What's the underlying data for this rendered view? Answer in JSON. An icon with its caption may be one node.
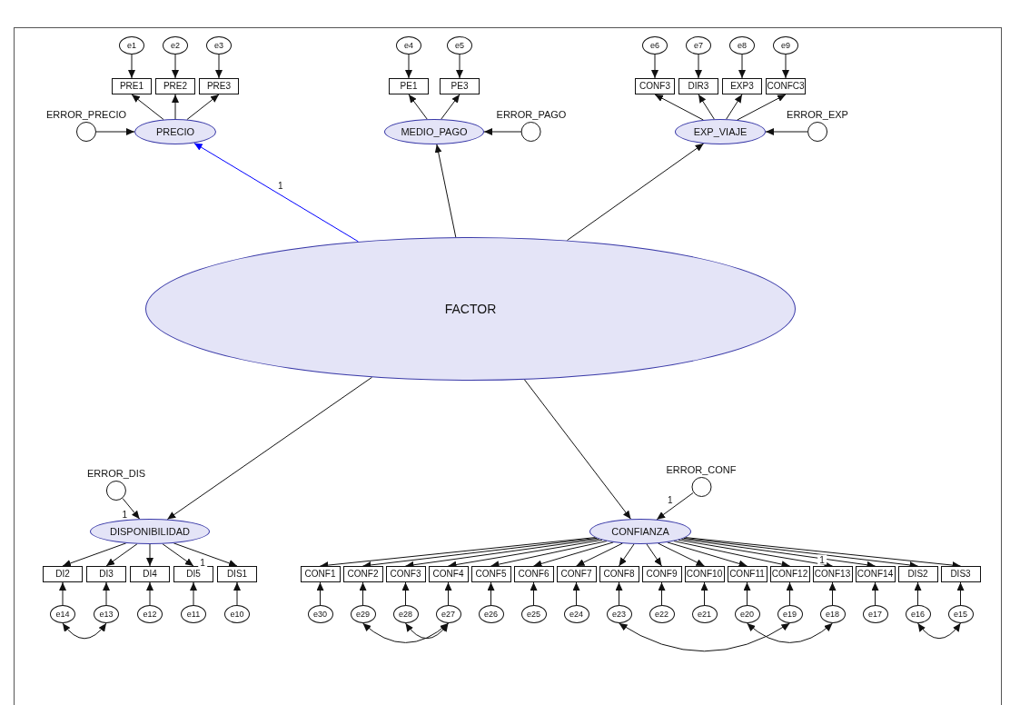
{
  "diagram": {
    "nodes": [
      {
        "text": [
          "FACTOR"
        ]
      },
      {
        "text": [
          "PRECIO"
        ]
      },
      {
        "text": [
          "ERROR_PRECIO"
        ]
      },
      {
        "text": [
          "PRE1"
        ]
      },
      {
        "text": [
          "PRE2"
        ]
      },
      {
        "text": [
          "PRE3"
        ]
      },
      {
        "text": [
          "e1"
        ]
      },
      {
        "text": [
          "e2"
        ]
      },
      {
        "text": [
          "e3"
        ]
      },
      {
        "text": [
          "MEDIO_PAGO"
        ]
      },
      {
        "text": [
          "ERROR_PAGO"
        ]
      },
      {
        "text": [
          "PE1"
        ]
      },
      {
        "text": [
          "PE3"
        ]
      },
      {
        "text": [
          "e4"
        ]
      },
      {
        "text": [
          "e5"
        ]
      },
      {
        "text": [
          "EXP_VIAJE"
        ]
      },
      {
        "text": [
          "ERROR_EXP"
        ]
      },
      {
        "text": [
          "CONF3"
        ]
      },
      {
        "text": [
          "DIR3"
        ]
      },
      {
        "text": [
          "EXP3"
        ]
      },
      {
        "text": [
          "CONFC3"
        ]
      },
      {
        "text": [
          "e6"
        ]
      },
      {
        "text": [
          "e7"
        ]
      },
      {
        "text": [
          "e8"
        ]
      },
      {
        "text": [
          "e9"
        ]
      },
      {
        "text": [
          "DISPONIBILIDAD"
        ]
      },
      {
        "text": [
          "ERROR_DIS"
        ]
      },
      {
        "text": [
          "DI2"
        ]
      },
      {
        "text": [
          "DI3"
        ]
      },
      {
        "text": [
          "DI4"
        ]
      },
      {
        "text": [
          "DI5"
        ]
      },
      {
        "text": [
          "DIS1"
        ]
      },
      {
        "text": [
          "e14"
        ]
      },
      {
        "text": [
          "e13"
        ]
      },
      {
        "text": [
          "e12"
        ]
      },
      {
        "text": [
          "e11"
        ]
      },
      {
        "text": [
          "e10"
        ]
      },
      {
        "text": [
          "CONFIANZA"
        ]
      },
      {
        "text": [
          "ERROR_CONF"
        ]
      },
      {
        "text": [
          "CONF1"
        ]
      },
      {
        "text": [
          "CONF2"
        ]
      },
      {
        "text": [
          "CONF3"
        ]
      },
      {
        "text": [
          "CONF4"
        ]
      },
      {
        "text": [
          "CONF5"
        ]
      },
      {
        "text": [
          "CONF6"
        ]
      },
      {
        "text": [
          "CONF7"
        ]
      },
      {
        "text": [
          "CONF8"
        ]
      },
      {
        "text": [
          "CONF9"
        ]
      },
      {
        "text": [
          "CONF10"
        ]
      },
      {
        "text": [
          "CONF11"
        ]
      },
      {
        "text": [
          "CONF12"
        ]
      },
      {
        "text": [
          "CONF13"
        ]
      },
      {
        "text": [
          "CONF14"
        ]
      },
      {
        "text": [
          "DIS2"
        ]
      },
      {
        "text": [
          "DIS3"
        ]
      },
      {
        "text": [
          "e30"
        ]
      },
      {
        "text": [
          "e29"
        ]
      },
      {
        "text": [
          "e28"
        ]
      },
      {
        "text": [
          "e27"
        ]
      },
      {
        "text": [
          "e26"
        ]
      },
      {
        "text": [
          "e25"
        ]
      },
      {
        "text": [
          "e24"
        ]
      },
      {
        "text": [
          "e23"
        ]
      },
      {
        "text": [
          "e22"
        ]
      },
      {
        "text": [
          "e21"
        ]
      },
      {
        "text": [
          "e20"
        ]
      },
      {
        "text": [
          "e19"
        ]
      },
      {
        "text": [
          "e18"
        ]
      },
      {
        "text": [
          "e17"
        ]
      },
      {
        "text": [
          "e16"
        ]
      },
      {
        "text": [
          "e15"
        ]
      }
    ],
    "edges": [
      {
        "from": 0,
        "to": 1,
        "arrow": "to",
        "label": "1",
        "color": "#0000ff"
      },
      {
        "from": 0,
        "to": 9,
        "arrow": "to"
      },
      {
        "from": 0,
        "to": 15,
        "arrow": "to"
      },
      {
        "from": 0,
        "to": 25,
        "arrow": "to"
      },
      {
        "from": 0,
        "to": 37,
        "arrow": "to"
      },
      {
        "from": 2,
        "to": 1,
        "arrow": "to"
      },
      {
        "from": 10,
        "to": 9,
        "arrow": "to"
      },
      {
        "from": 16,
        "to": 15,
        "arrow": "to"
      },
      {
        "from": 26,
        "to": 25,
        "arrow": "to",
        "label": "1"
      },
      {
        "from": 38,
        "to": 37,
        "arrow": "to",
        "label": "1"
      },
      {
        "from": 1,
        "to": 3,
        "arrow": "to"
      },
      {
        "from": 1,
        "to": 4,
        "arrow": "to"
      },
      {
        "from": 1,
        "to": 5,
        "arrow": "to"
      },
      {
        "from": 6,
        "to": 3,
        "arrow": "to"
      },
      {
        "from": 7,
        "to": 4,
        "arrow": "to"
      },
      {
        "from": 8,
        "to": 5,
        "arrow": "to"
      },
      {
        "from": 9,
        "to": 11,
        "arrow": "to"
      },
      {
        "from": 9,
        "to": 12,
        "arrow": "to"
      },
      {
        "from": 13,
        "to": 11,
        "arrow": "to"
      },
      {
        "from": 14,
        "to": 12,
        "arrow": "to"
      },
      {
        "from": 15,
        "to": 17,
        "arrow": "to"
      },
      {
        "from": 15,
        "to": 18,
        "arrow": "to"
      },
      {
        "from": 15,
        "to": 19,
        "arrow": "to"
      },
      {
        "from": 15,
        "to": 20,
        "arrow": "to"
      },
      {
        "from": 21,
        "to": 17,
        "arrow": "to"
      },
      {
        "from": 22,
        "to": 18,
        "arrow": "to"
      },
      {
        "from": 23,
        "to": 19,
        "arrow": "to"
      },
      {
        "from": 24,
        "to": 20,
        "arrow": "to"
      },
      {
        "from": 25,
        "to": 27,
        "arrow": "to"
      },
      {
        "from": 25,
        "to": 28,
        "arrow": "to"
      },
      {
        "from": 25,
        "to": 29,
        "arrow": "to"
      },
      {
        "from": 25,
        "to": 30,
        "arrow": "to"
      },
      {
        "from": 25,
        "to": 31,
        "arrow": "to",
        "label": "1"
      },
      {
        "from": 32,
        "to": 27,
        "arrow": "to"
      },
      {
        "from": 33,
        "to": 28,
        "arrow": "to"
      },
      {
        "from": 34,
        "to": 29,
        "arrow": "to"
      },
      {
        "from": 35,
        "to": 30,
        "arrow": "to"
      },
      {
        "from": 36,
        "to": 31,
        "arrow": "to"
      },
      {
        "from": 37,
        "to": 39,
        "arrow": "to"
      },
      {
        "from": 37,
        "to": 40,
        "arrow": "to"
      },
      {
        "from": 37,
        "to": 41,
        "arrow": "to"
      },
      {
        "from": 37,
        "to": 42,
        "arrow": "to"
      },
      {
        "from": 37,
        "to": 43,
        "arrow": "to"
      },
      {
        "from": 37,
        "to": 44,
        "arrow": "to"
      },
      {
        "from": 37,
        "to": 45,
        "arrow": "to"
      },
      {
        "from": 37,
        "to": 46,
        "arrow": "to"
      },
      {
        "from": 37,
        "to": 47,
        "arrow": "to"
      },
      {
        "from": 37,
        "to": 48,
        "arrow": "to"
      },
      {
        "from": 37,
        "to": 49,
        "arrow": "to"
      },
      {
        "from": 37,
        "to": 50,
        "arrow": "to"
      },
      {
        "from": 37,
        "to": 51,
        "arrow": "to"
      },
      {
        "from": 37,
        "to": 52,
        "arrow": "to"
      },
      {
        "from": 37,
        "to": 53,
        "arrow": "to"
      },
      {
        "from": 37,
        "to": 54,
        "arrow": "to",
        "label": "1"
      },
      {
        "from": 55,
        "to": 39,
        "arrow": "to"
      },
      {
        "from": 56,
        "to": 40,
        "arrow": "to"
      },
      {
        "from": 57,
        "to": 41,
        "arrow": "to"
      },
      {
        "from": 58,
        "to": 42,
        "arrow": "to"
      },
      {
        "from": 59,
        "to": 43,
        "arrow": "to"
      },
      {
        "from": 60,
        "to": 44,
        "arrow": "to"
      },
      {
        "from": 61,
        "to": 45,
        "arrow": "to"
      },
      {
        "from": 62,
        "to": 46,
        "arrow": "to"
      },
      {
        "from": 63,
        "to": 47,
        "arrow": "to"
      },
      {
        "from": 64,
        "to": 48,
        "arrow": "to"
      },
      {
        "from": 65,
        "to": 49,
        "arrow": "to"
      },
      {
        "from": 66,
        "to": 50,
        "arrow": "to"
      },
      {
        "from": 67,
        "to": 51,
        "arrow": "to"
      },
      {
        "from": 68,
        "to": 52,
        "arrow": "to"
      },
      {
        "from": 69,
        "to": 53,
        "arrow": "to"
      },
      {
        "from": 70,
        "to": 54,
        "arrow": "to"
      },
      {
        "from": 32,
        "to": 33,
        "arrow": "both"
      },
      {
        "from": 56,
        "to": 58,
        "arrow": "both"
      },
      {
        "from": 57,
        "to": 58,
        "arrow": "both"
      },
      {
        "from": 62,
        "to": 66,
        "arrow": "both"
      },
      {
        "from": 65,
        "to": 67,
        "arrow": "both"
      },
      {
        "from": 69,
        "to": 70,
        "arrow": "both"
      }
    ]
  }
}
